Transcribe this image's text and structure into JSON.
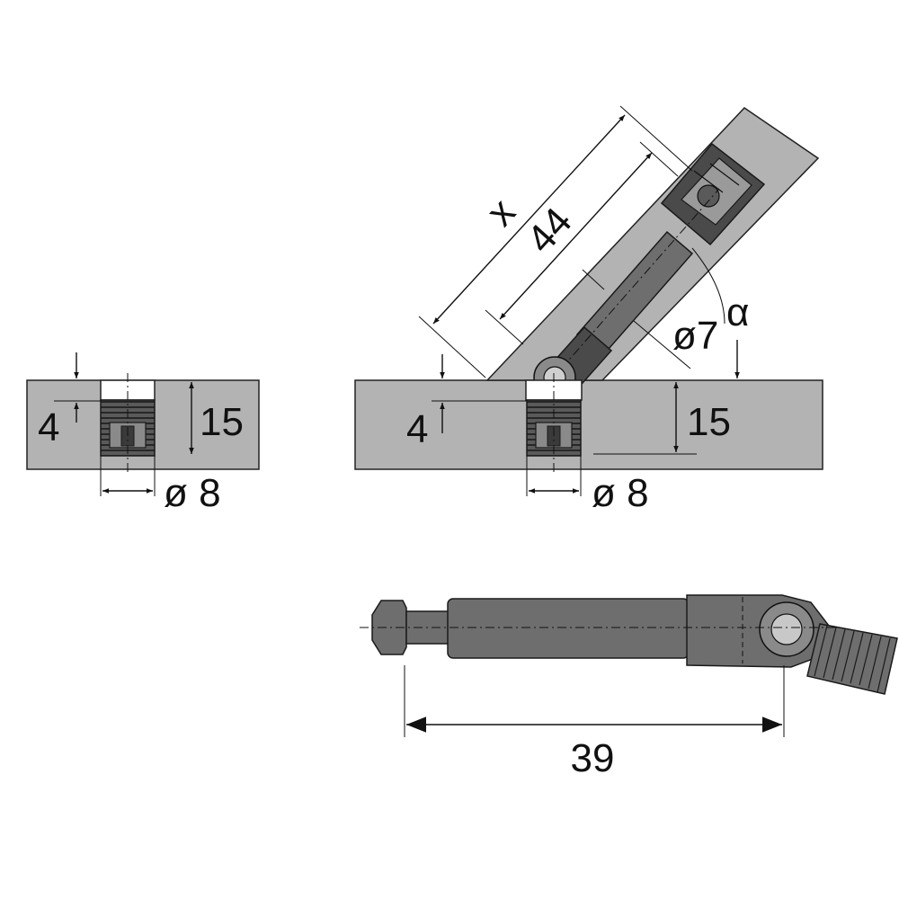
{
  "diagram": {
    "left_detail": {
      "depth_label": "4",
      "height_label": "15",
      "diameter_label": "ø 8"
    },
    "angled_detail": {
      "x_label": "x",
      "length_label": "44",
      "bolt_diameter_label": "ø7",
      "angle_label": "α",
      "depth_label": "4",
      "height_label": "15",
      "diameter_label": "ø 8"
    },
    "bolt_detail": {
      "length_label": "39"
    },
    "colors": {
      "board": "#b3b3b3",
      "metal": "#6e6e6e",
      "metal_dark": "#4a4a4a",
      "line": "#111111"
    }
  }
}
